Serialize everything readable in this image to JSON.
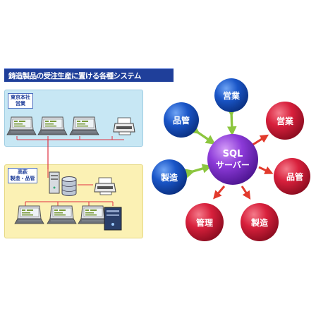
{
  "title": "鋳造製品の受注生産に置ける各種システム",
  "sites": {
    "tokyo": {
      "line1": "東京本社",
      "line2": "営業"
    },
    "takahagi": {
      "line1": "高萩",
      "line2": "製造・品管"
    }
  },
  "server": {
    "line1": "SQL",
    "line2": "サーバー"
  },
  "blue_nodes": {
    "top": "営業",
    "left_upper": "品管",
    "left_lower": "製造"
  },
  "red_nodes": {
    "right_upper": "営業",
    "right_lower": "品管",
    "bottom_left": "管理",
    "bottom_right": "製造"
  },
  "colors": {
    "title_bg": "#1f3f9a",
    "blue_node": "#1a56c8",
    "red_node": "#d8203c",
    "server": "#8c3ad8",
    "arrow_green": "#8cc63f",
    "arrow_red": "#e23a2c",
    "tokyo_bg": "#c7e7f4",
    "takahagi_bg": "#fbf1b4",
    "network_line": "#e03040"
  }
}
